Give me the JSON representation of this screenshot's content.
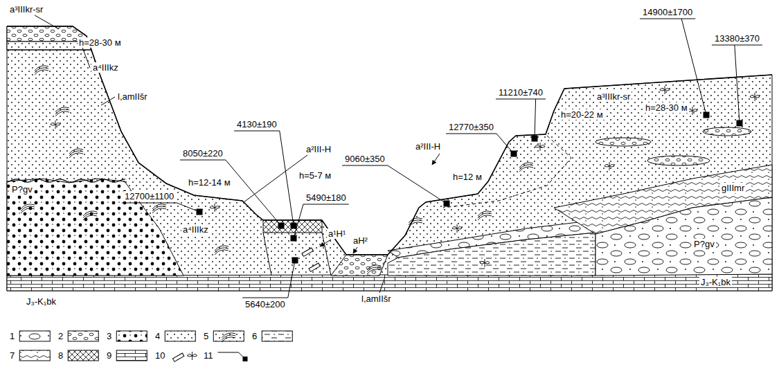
{
  "diagram": {
    "labels": [
      "a³IIIkr-sr",
      "14900±1700",
      "13380±370",
      "h=28-30 м",
      "a⁴IIIkz",
      "11210±740",
      "a³IIIkr-sr",
      "l,amIIšr",
      "h=28-30 м",
      "h=20-22 м",
      "4130±190",
      "12770±350",
      "a²III-H",
      "a²III-H",
      "8050±220",
      "9060±350",
      "h=5-7 м",
      "h=12-14 м",
      "h=12 м",
      "P?gv",
      "gIIImr",
      "12700±1100",
      "5490±180",
      "a⁴IIIkz",
      "a¹H¹",
      "aH²",
      "P?gv",
      "l,amIIšr",
      "J₃-K₁bk",
      "5640±200",
      "J₃-K₁bk"
    ],
    "legend": [
      {
        "text": "1"
      },
      {
        "text": "2"
      },
      {
        "text": "3"
      },
      {
        "text": "4"
      },
      {
        "text": "5"
      },
      {
        "text": "6"
      },
      {
        "text": "7"
      },
      {
        "text": "8"
      },
      {
        "text": "9"
      },
      {
        "text": "10"
      },
      {
        "text": "11"
      }
    ]
  }
}
